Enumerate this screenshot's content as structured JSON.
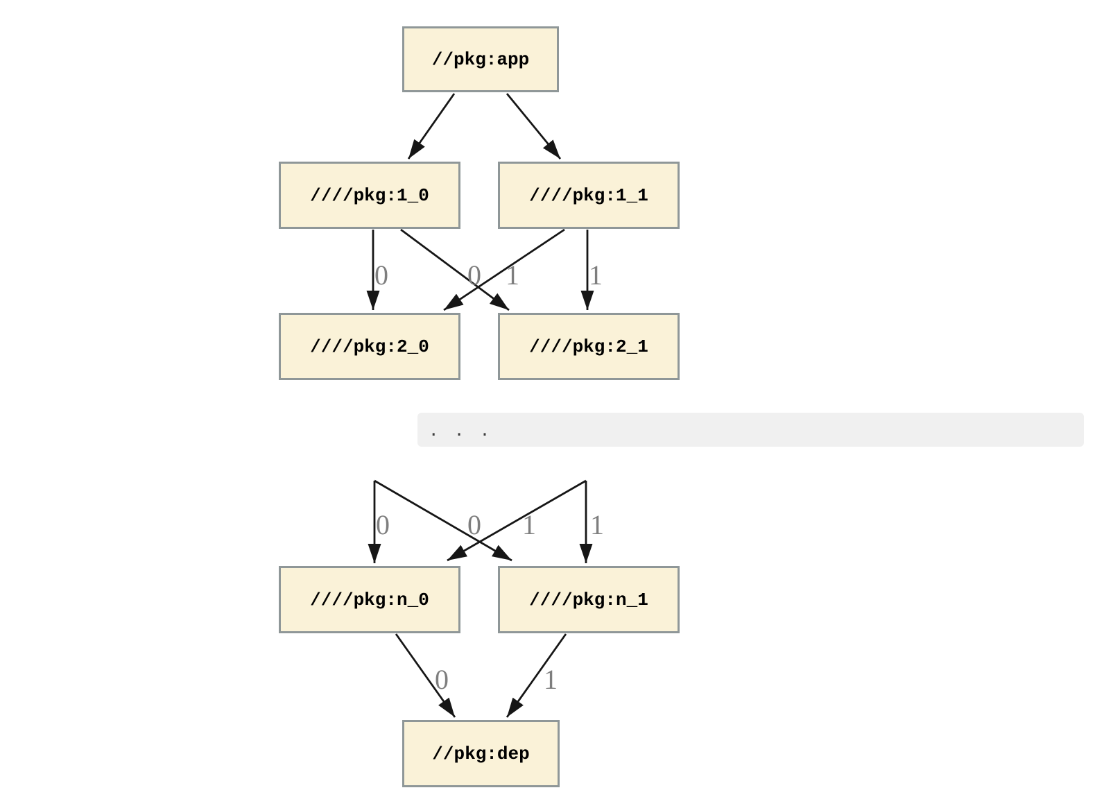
{
  "diagram_type": "dependency-graph (graphviz style), two stacked sections separated by an ellipsis code bar",
  "colors": {
    "page_background": "#ffffff",
    "node_fill": "#FAF2D8",
    "node_border": "#8f9798",
    "node_text": "#000000",
    "edge_stroke": "#161616",
    "edge_label_text": "#7e7e7e",
    "code_bar_background": "#f0f0f0",
    "code_bar_text": "#3c3c3c"
  },
  "code_block": {
    "text": ".  .  ."
  },
  "graph_top": {
    "nodes": [
      {
        "id": "app",
        "label": "//pkg:app"
      },
      {
        "id": "1_0",
        "label": "////pkg:1_0"
      },
      {
        "id": "1_1",
        "label": "////pkg:1_1"
      },
      {
        "id": "2_0",
        "label": "////pkg:2_0"
      },
      {
        "id": "2_1",
        "label": "////pkg:2_1"
      }
    ],
    "edges": [
      {
        "from": "//pkg:app",
        "to": "////pkg:1_0",
        "label": ""
      },
      {
        "from": "//pkg:app",
        "to": "////pkg:1_1",
        "label": ""
      },
      {
        "from": "////pkg:1_0",
        "to": "////pkg:2_0",
        "label": "0"
      },
      {
        "from": "////pkg:1_0",
        "to": "////pkg:2_1",
        "label": "0"
      },
      {
        "from": "////pkg:1_1",
        "to": "////pkg:2_0",
        "label": "1"
      },
      {
        "from": "////pkg:1_1",
        "to": "////pkg:2_1",
        "label": "1"
      }
    ]
  },
  "graph_bottom": {
    "nodes": [
      {
        "id": "n_0",
        "label": "////pkg:n_0"
      },
      {
        "id": "n_1",
        "label": "////pkg:n_1"
      },
      {
        "id": "dep",
        "label": "//pkg:dep"
      }
    ],
    "edges": [
      {
        "from": "...",
        "to": "////pkg:n_0",
        "label": "0",
        "truncated_source": true
      },
      {
        "from": "...",
        "to": "////pkg:n_1",
        "label": "0",
        "truncated_source": true
      },
      {
        "from": "...",
        "to": "////pkg:n_0",
        "label": "1",
        "truncated_source": true
      },
      {
        "from": "...",
        "to": "////pkg:n_1",
        "label": "1",
        "truncated_source": true
      },
      {
        "from": "////pkg:n_0",
        "to": "//pkg:dep",
        "label": "0"
      },
      {
        "from": "////pkg:n_1",
        "to": "//pkg:dep",
        "label": "1"
      }
    ]
  }
}
